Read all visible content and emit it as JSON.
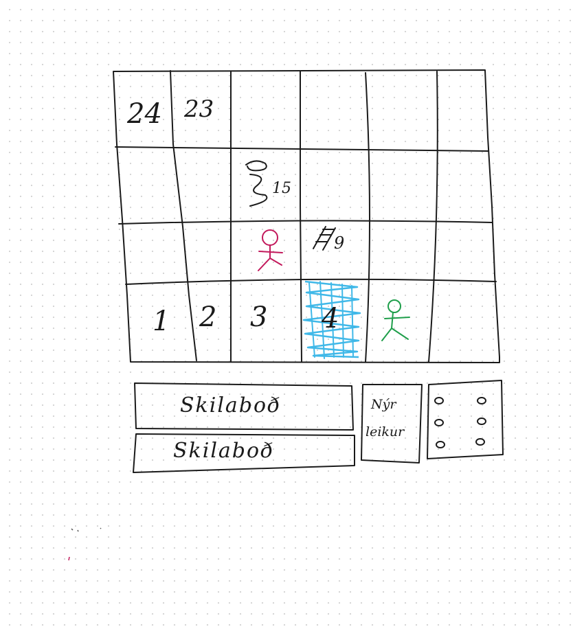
{
  "board": {
    "squares": {
      "s1": "1",
      "s2": "2",
      "s3": "3",
      "s4": "4",
      "s23": "23",
      "s24": "24"
    },
    "snake": {
      "head": "3",
      "tail": "15"
    },
    "ladder": {
      "to": "9"
    },
    "players": [
      {
        "color": "#c2185b"
      },
      {
        "color": "#1e9e4a"
      }
    ],
    "highlight_color": "#3fb8e8"
  },
  "controls": {
    "button1_label": "Skilaboð",
    "button2_label": "Skilaboð",
    "new_game_line1": "Nýr",
    "new_game_line2": "leikur"
  }
}
